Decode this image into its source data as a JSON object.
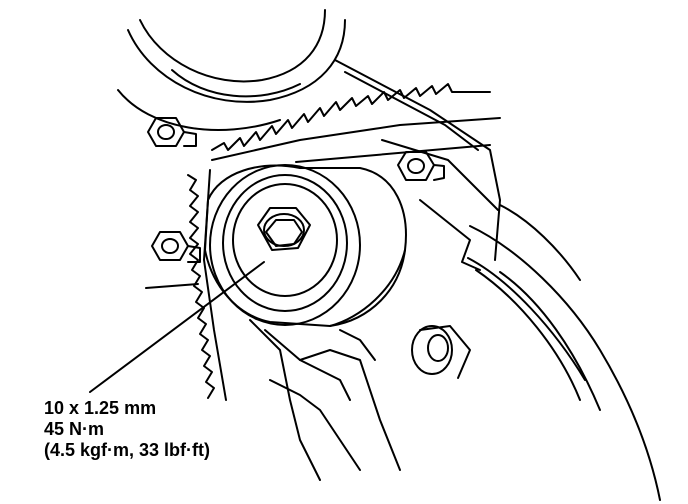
{
  "callout": {
    "bolt_size": "10 x 1.25 mm",
    "torque_nm": "45 N·m",
    "torque_alt": "(4.5 kgf·m, 33 lbf·ft)"
  },
  "colors": {
    "line": "#000000",
    "background": "#ffffff"
  }
}
